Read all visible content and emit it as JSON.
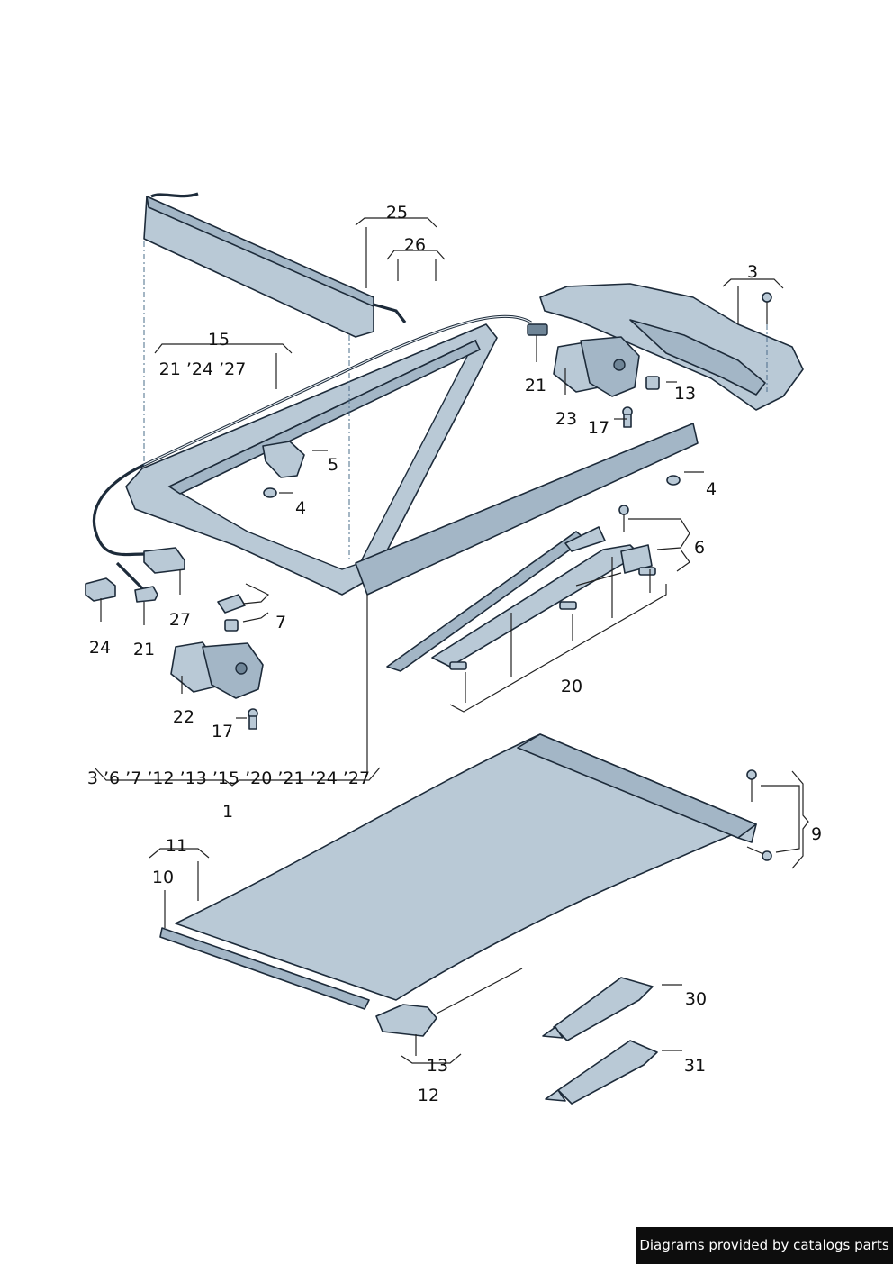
{
  "diagram": {
    "labels": {
      "l25": "25",
      "l26": "26",
      "l3": "3",
      "l15": "15",
      "l15sub": "21 ’24  ’27",
      "l21a": "21",
      "l13a": "13",
      "l23": "23",
      "l17a": "17",
      "l5": "5",
      "l4a": "4",
      "l4b": "4",
      "l6": "6",
      "l7": "7",
      "l27": "27",
      "l24": "24",
      "l21b": "21",
      "l20": "20",
      "l22": "22",
      "l17b": "17",
      "l1sub": "3 ’6 ’7 ’12 ’13 ’15 ’20  ’21 ’24  ’27",
      "l1": "1",
      "l11": "11",
      "l10": "10",
      "l9": "9",
      "l30": "30",
      "l31": "31",
      "l13b": "13",
      "l12": "12"
    },
    "colors": {
      "part_fill": "#b9c9d6",
      "outline": "#1d2b3a",
      "accent_dark": "#6f8597"
    }
  },
  "footer": {
    "credit": "Diagrams provided by catalogs parts"
  }
}
